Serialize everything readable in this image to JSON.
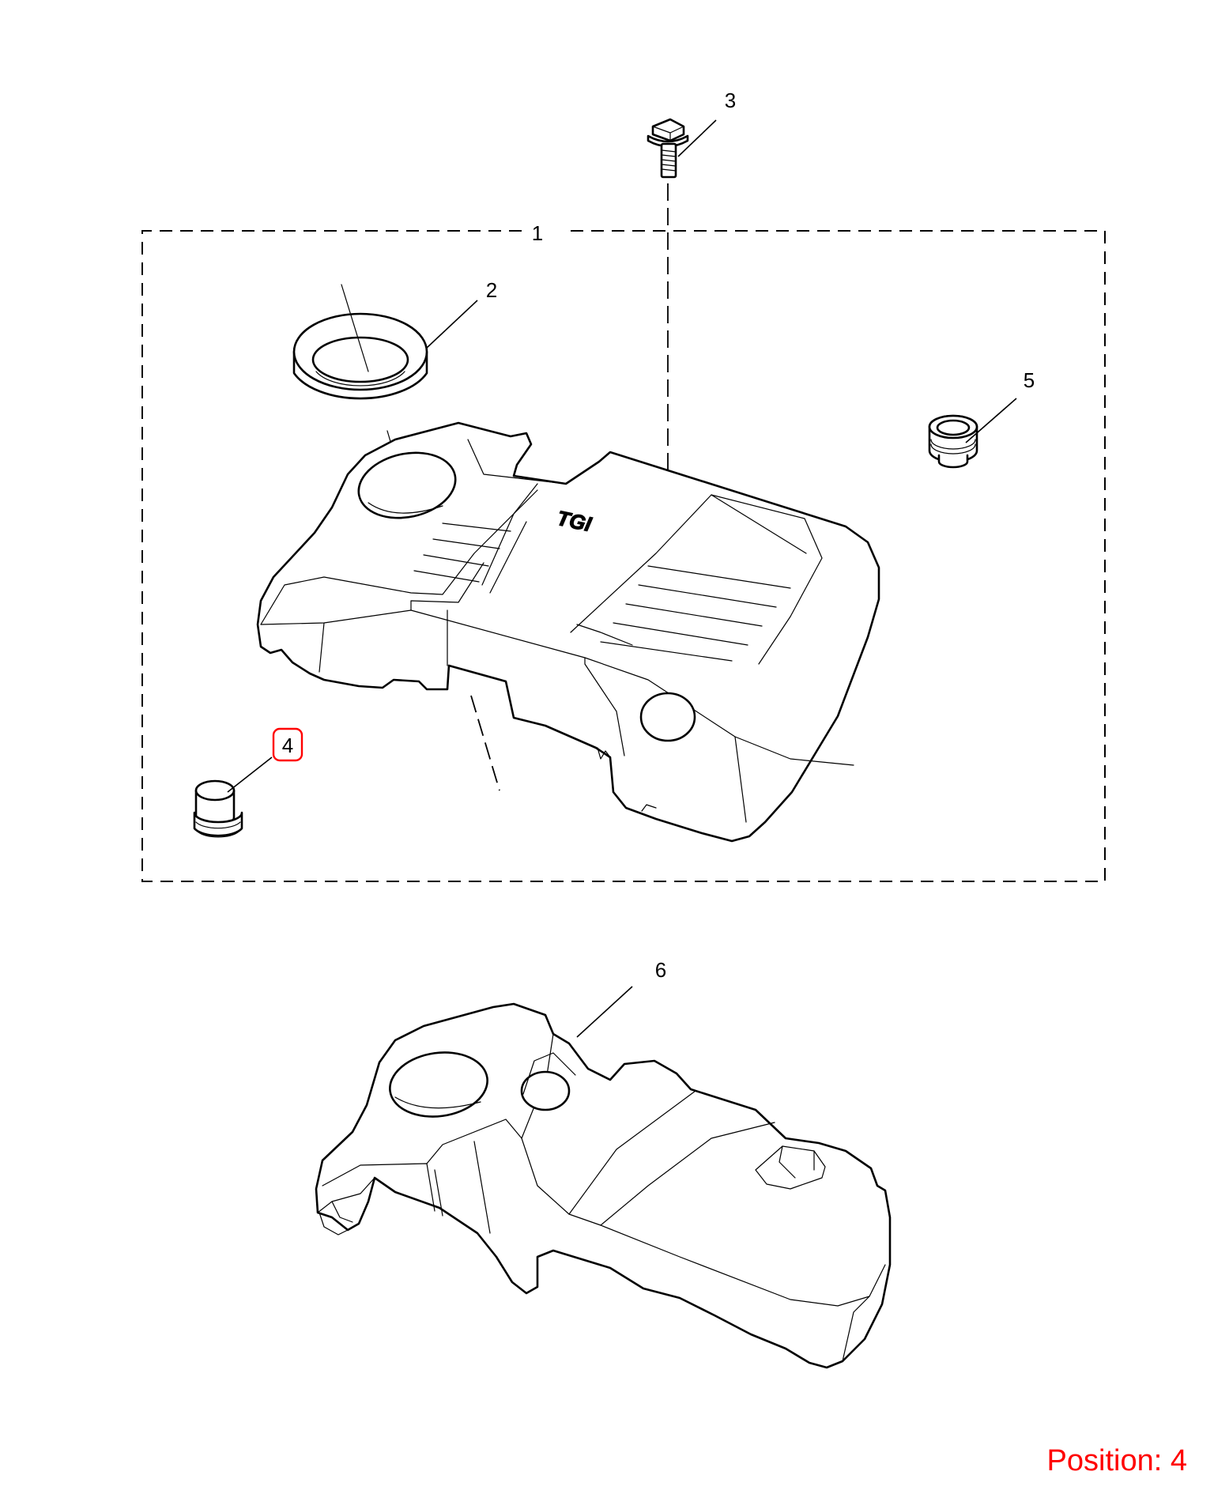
{
  "callouts": {
    "c1": "1",
    "c2": "2",
    "c3": "3",
    "c4": "4",
    "c5": "5",
    "c6": "6"
  },
  "logo_text": "TGI",
  "position_label": "Position: 4",
  "highlight_color": "#ff0000",
  "highlighted_callout": "4"
}
